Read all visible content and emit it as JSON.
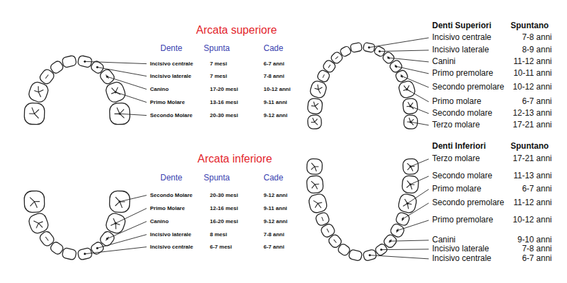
{
  "diagram": {
    "labels": [
      "Arcata superiore",
      "Dente",
      "Spunta",
      "Cade",
      "Incisivo centrale",
      "7 mesi",
      "6-7 anni",
      "Incisivo laterale",
      "7 mesi",
      "7-8 anni",
      "Canino",
      "17-20 mesi",
      "10-12 anni",
      "Primo Molare",
      "13-16 mesi",
      "9-11 anni",
      "Secondo Molare",
      "20-30 mesi",
      "9-12 anni",
      "Arcata inferiore",
      "Dente",
      "Spunta",
      "Cade",
      "Secondo Molare",
      "20-30 mesi",
      "9-12 anni",
      "Primo Molare",
      "12-16 mesi",
      "9-11 anni",
      "Canino",
      "16-20 mesi",
      "9-12 anni",
      "Incisivo laterale",
      "8 mesi",
      "7-8 anni",
      "Incisivo centrale",
      "6-7 mesi",
      "6-7 anni",
      "Denti Superiori",
      "Spuntano",
      "Incisivo centrale",
      "7-8 anni",
      "Incisivo laterale",
      "8-9 anni",
      "Canini",
      "11-12 anni",
      "Primo premolare",
      "10-11 anni",
      "Secondo premolare",
      "10-12 anni",
      "Primo molare",
      "6-7 anni",
      "Secondo molare",
      "12-13 anni",
      "Terzo molare",
      "17-21 anni",
      "Denti Inferiori",
      "Spuntano",
      "Terzo molare",
      "17-21 anni",
      "Secondo molare",
      "11-13 anni",
      "Primo molare",
      "6-7 anni",
      "Secondo premolare",
      "11-12 anni",
      "Primo premolare",
      "10-12 anni",
      "Canini",
      "9-10 anni",
      "Incisivo laterale",
      "7-8 anni",
      "Incisivo centrale",
      "6-7 anni"
    ]
  }
}
